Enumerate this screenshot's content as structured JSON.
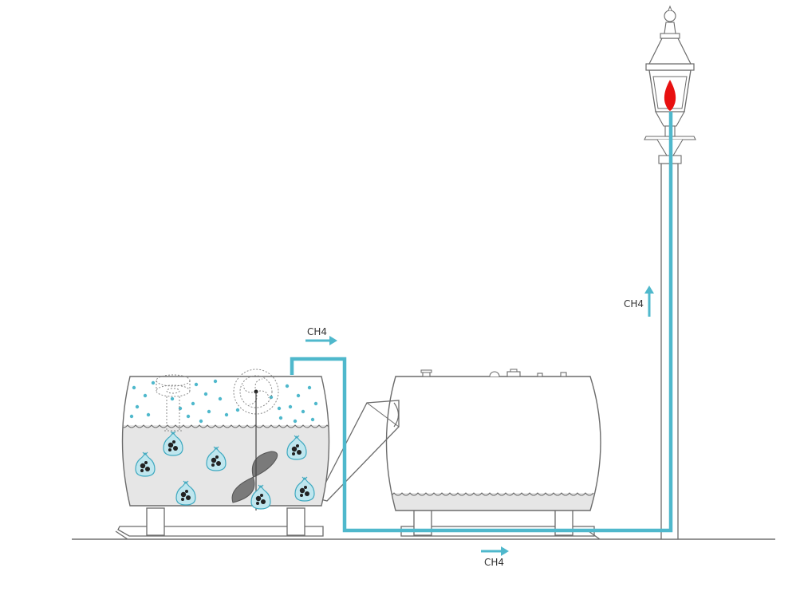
{
  "labels": {
    "gas_top": "CH4",
    "gas_bottom": "CH4",
    "gas_lamp": "CH4"
  },
  "colors": {
    "gas_pipe": "#4fb8cc",
    "slurry": "#e6e6e6",
    "flame": "#e81010",
    "outline": "#6b6b6b"
  },
  "icons": [
    "lamp-icon",
    "flame-icon",
    "bacteria-bag-icon",
    "stirrer-icon",
    "arrow-right-icon",
    "arrow-up-icon"
  ]
}
